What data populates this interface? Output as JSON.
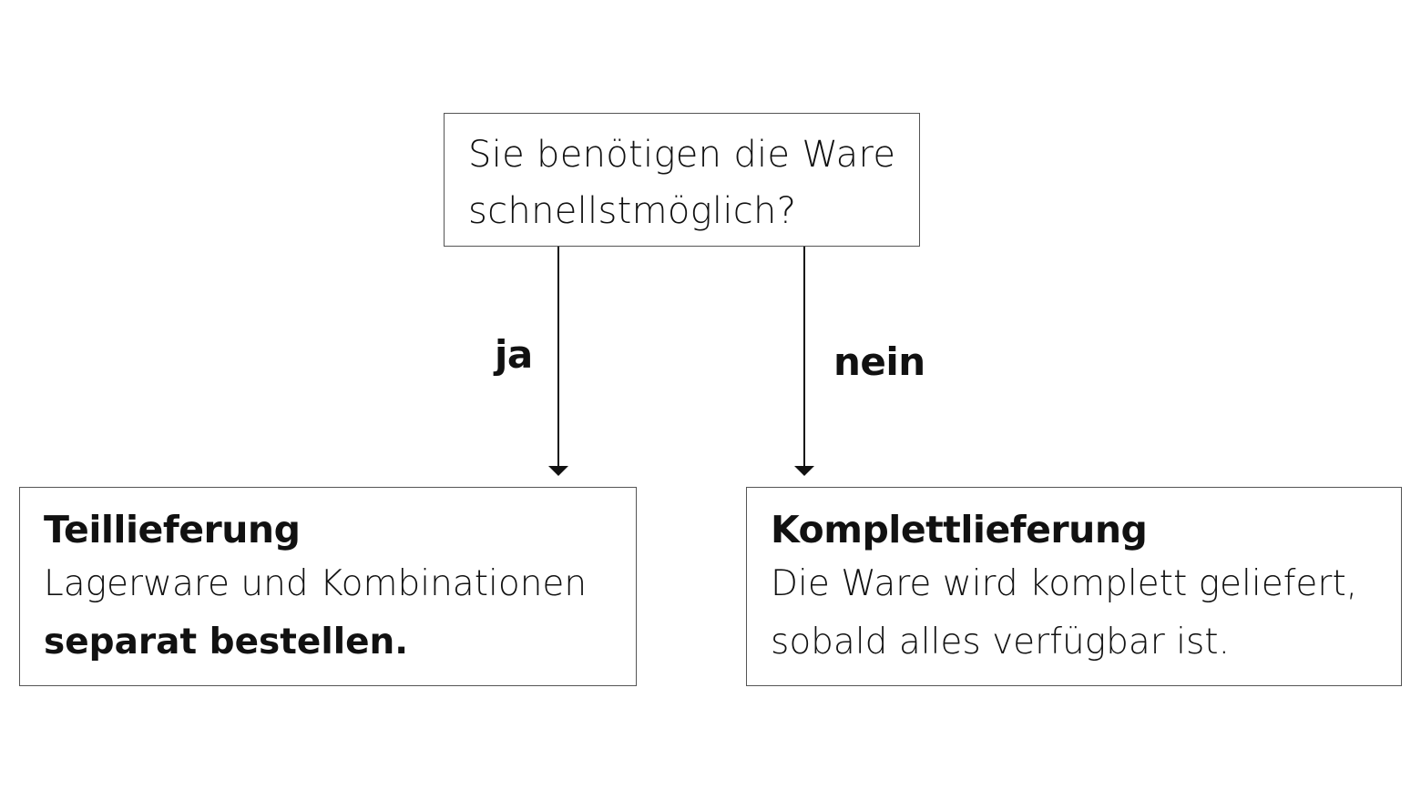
{
  "question": {
    "lines": [
      "Sie benötigen die Ware",
      "schnellstmöglich?"
    ]
  },
  "branches": {
    "yes_label": "ja",
    "no_label": "nein"
  },
  "results": {
    "left": {
      "title": "Teillieferung",
      "line1": "Lagerware und Kombinationen",
      "line2": "separat bestellen."
    },
    "right": {
      "title": "Komplettlieferung",
      "line1": "Die Ware wird komplett geliefert,",
      "line2": "sobald alles verfügbar ist."
    }
  },
  "colors": {
    "border": "#555555",
    "text": "#111111",
    "arrow": "#111111"
  }
}
